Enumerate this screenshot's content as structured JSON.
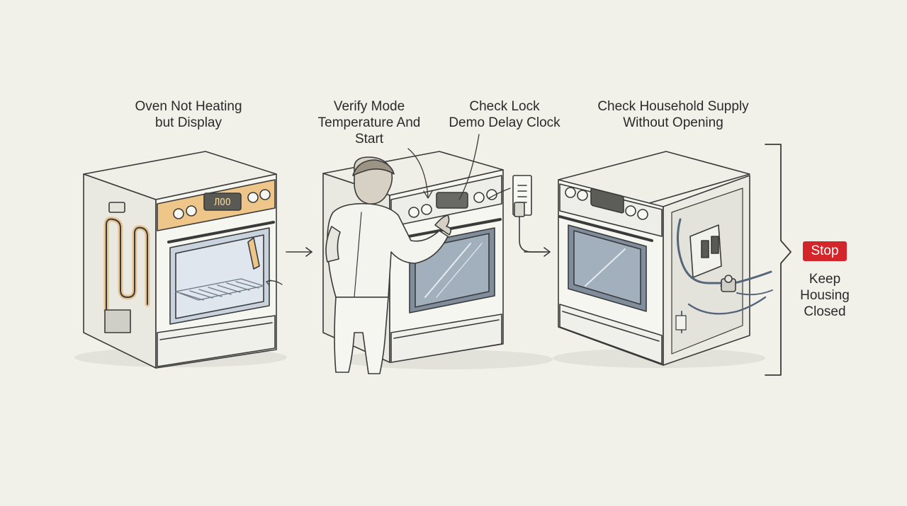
{
  "steps": [
    {
      "lines": [
        "Oven Not Heating",
        "but Display"
      ]
    },
    {
      "lines": [
        "Verify Mode",
        "Temperature And",
        "Start"
      ]
    },
    {
      "lines": [
        "Check Lock",
        "Demo Delay Clock"
      ]
    },
    {
      "lines": [
        "Check Household Supply",
        "Without Opening"
      ]
    }
  ],
  "outcome": {
    "badge": "Stop",
    "lines": [
      "Keep",
      "Housing",
      "Closed"
    ]
  },
  "colors": {
    "background": "#f1f1ea",
    "stroke": "#3a3a3a",
    "heat_highlight": "#e9b66a",
    "glass": "#8f9eae",
    "stop_red": "#d3262b"
  }
}
